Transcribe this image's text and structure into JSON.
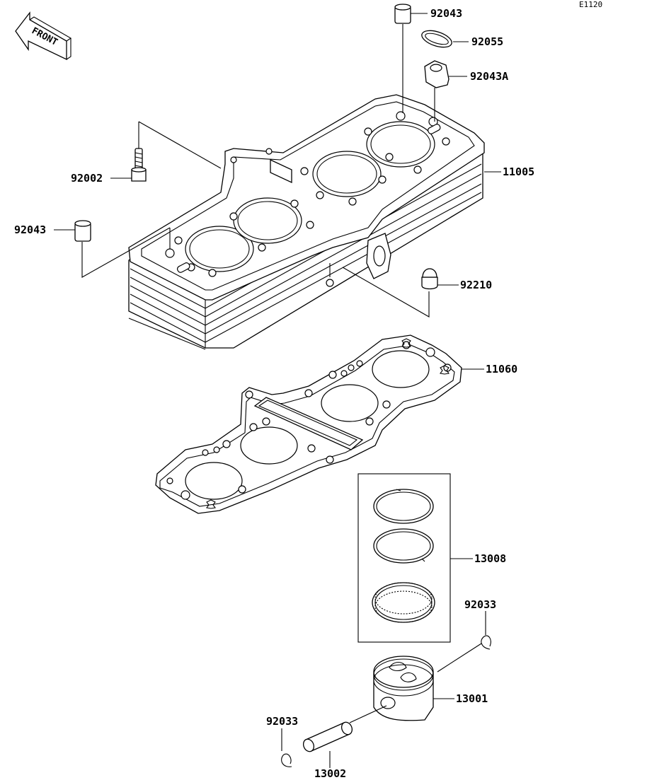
{
  "diagram": {
    "code": "E1120",
    "front_label": "FRONT"
  },
  "parts": {
    "p92043_top": "92043",
    "p92055": "92055",
    "p92043A": "92043A",
    "p92002": "92002",
    "p11005": "11005",
    "p92043_left": "92043",
    "p92210": "92210",
    "p11060": "11060",
    "p13008": "13008",
    "p92033_right": "92033",
    "p13001": "13001",
    "p92033_left": "92033",
    "p13002": "13002"
  }
}
